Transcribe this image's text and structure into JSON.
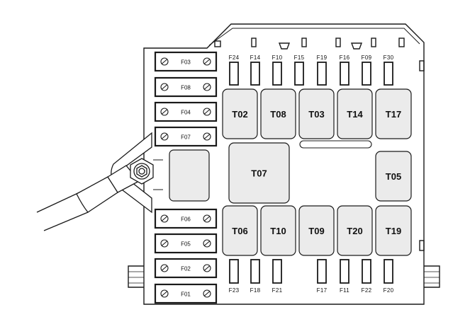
{
  "colors": {
    "stroke": "#1a1a1a",
    "housing": "#ffffff",
    "relay_fill": "#ebebeb",
    "fuse_fill": "#ffffff"
  },
  "top_fuses": [
    "F24",
    "F14",
    "F10",
    "F15",
    "F19",
    "F16",
    "F09",
    "F30"
  ],
  "bottom_fuses": [
    "F23",
    "F18",
    "F21",
    "F17",
    "F11",
    "F22",
    "F20"
  ],
  "maxi_fuses": [
    "F03",
    "F08",
    "F04",
    "F07",
    "F06",
    "F05",
    "F02",
    "F01"
  ],
  "relays": [
    "T02",
    "T08",
    "T03",
    "T14",
    "T17",
    "T07",
    "T05",
    "T06",
    "T10",
    "T09",
    "T20",
    "T19"
  ],
  "icons": {
    "maxi_fuse_screw": "screw-slot-icon",
    "ground_terminal": "hex-nut-icon",
    "cable": "power-cable-icon"
  }
}
